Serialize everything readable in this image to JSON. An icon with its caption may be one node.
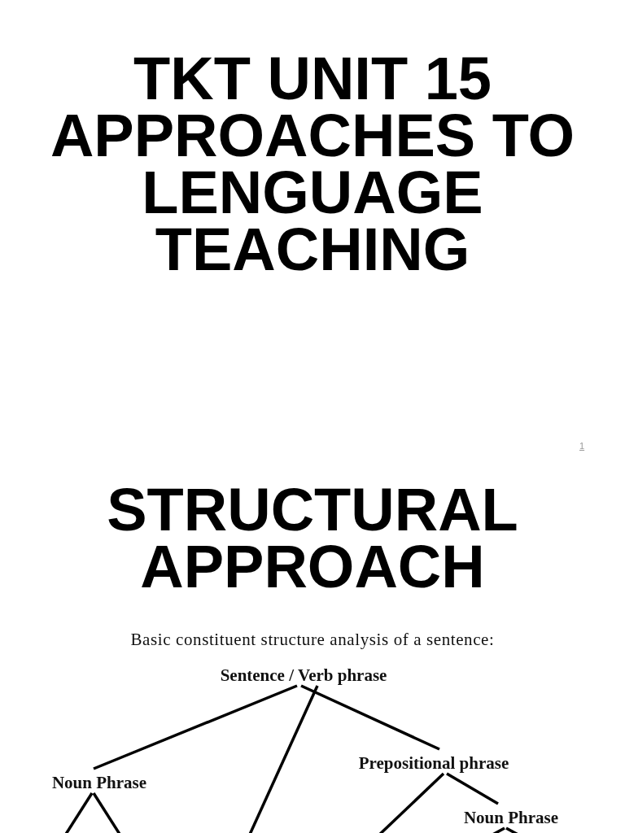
{
  "diagram": {
    "title": "TKT UNIT 15 APPROACHES TO LENGUAGE TEACHING",
    "nodes": [
      {
        "text": [
          "Sentence / Verb phrase"
        ]
      },
      {
        "text": [
          "Noun Phrase"
        ]
      },
      {
        "text": [
          "Prepositional phrase"
        ]
      },
      {
        "text": [
          "Noun Phrase"
        ]
      }
    ],
    "edges": [
      {
        "from": 0,
        "to": 1,
        "arrow": "none"
      },
      {
        "from": 0,
        "to": null,
        "arrow": "none"
      },
      {
        "from": 0,
        "to": 2,
        "arrow": "none"
      },
      {
        "from": 1,
        "to": null,
        "arrow": "none"
      },
      {
        "from": 1,
        "to": null,
        "arrow": "none"
      },
      {
        "from": 2,
        "to": null,
        "arrow": "none"
      },
      {
        "from": 2,
        "to": 3,
        "arrow": "none"
      },
      {
        "from": 3,
        "to": null,
        "arrow": "none"
      },
      {
        "from": 3,
        "to": null,
        "arrow": "none"
      }
    ],
    "labels": [
      "1",
      "STRUCTURAL APPROACH",
      "Basic constituent structure analysis of a sentence:"
    ]
  }
}
